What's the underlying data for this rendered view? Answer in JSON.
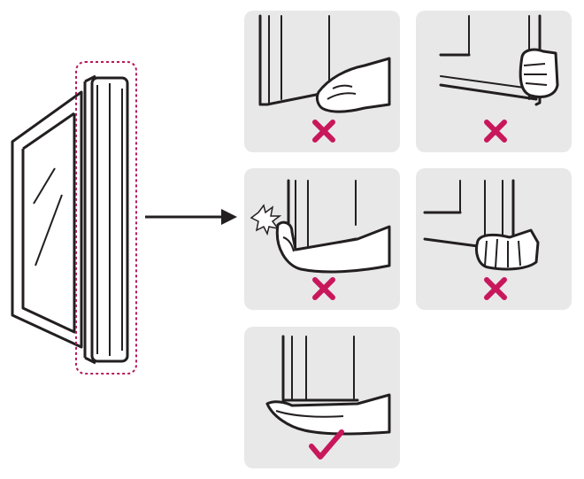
{
  "colors": {
    "panel_bg": "#e8e8e8",
    "stroke": "#231f20",
    "highlight_dashed": "#b5195c",
    "wrong_mark": "#c8175b",
    "correct_mark": "#c8175b",
    "hand_fill": "#ffffff"
  },
  "icons": {
    "tv": "tv-side-view-icon",
    "arrow": "arrow-right-icon",
    "wrong": "cross-mark-icon",
    "correct": "check-mark-icon",
    "hand": "hand-icon"
  },
  "panels": [
    {
      "id": "grip-bottom-edge",
      "verdict": "wrong"
    },
    {
      "id": "grip-side-corner",
      "verdict": "wrong"
    },
    {
      "id": "bottom-corner-impact",
      "verdict": "wrong"
    },
    {
      "id": "grip-side-fist",
      "verdict": "wrong"
    },
    {
      "id": "palm-support-bottom",
      "verdict": "correct"
    }
  ]
}
